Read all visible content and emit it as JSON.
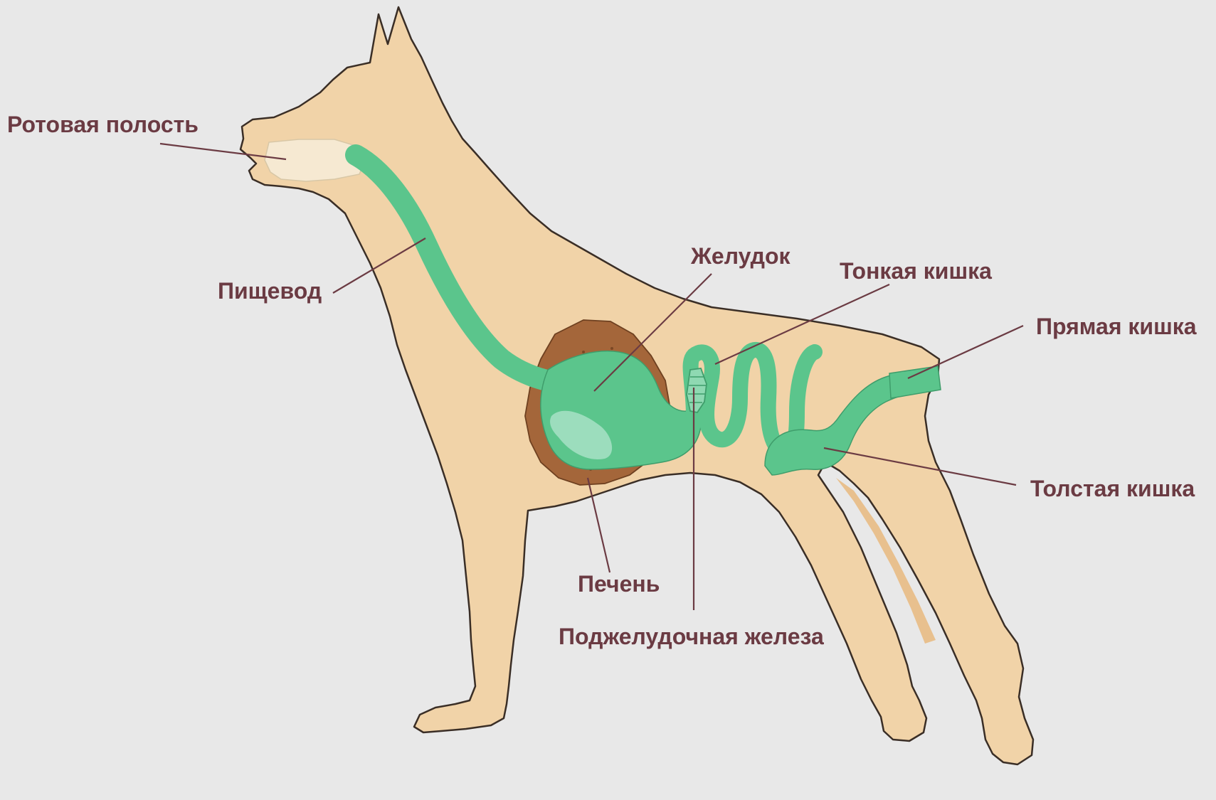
{
  "colors": {
    "background": "#e8e8e8",
    "body_fill": "#f1d3a8",
    "body_outline": "#3a2e26",
    "digestive_tract": "#5bc58c",
    "liver": "#a4663a",
    "oral_cavity": "#f6e9d2",
    "label_text": "#6b3b43"
  },
  "labels": {
    "oral_cavity": "Ротовая полость",
    "esophagus": "Пищевод",
    "stomach": "Желудок",
    "small_intestine": "Тонкая кишка",
    "rectum": "Прямая кишка",
    "large_intestine": "Толстая кишка",
    "liver": "Печень",
    "pancreas": "Поджелудочная железа"
  }
}
